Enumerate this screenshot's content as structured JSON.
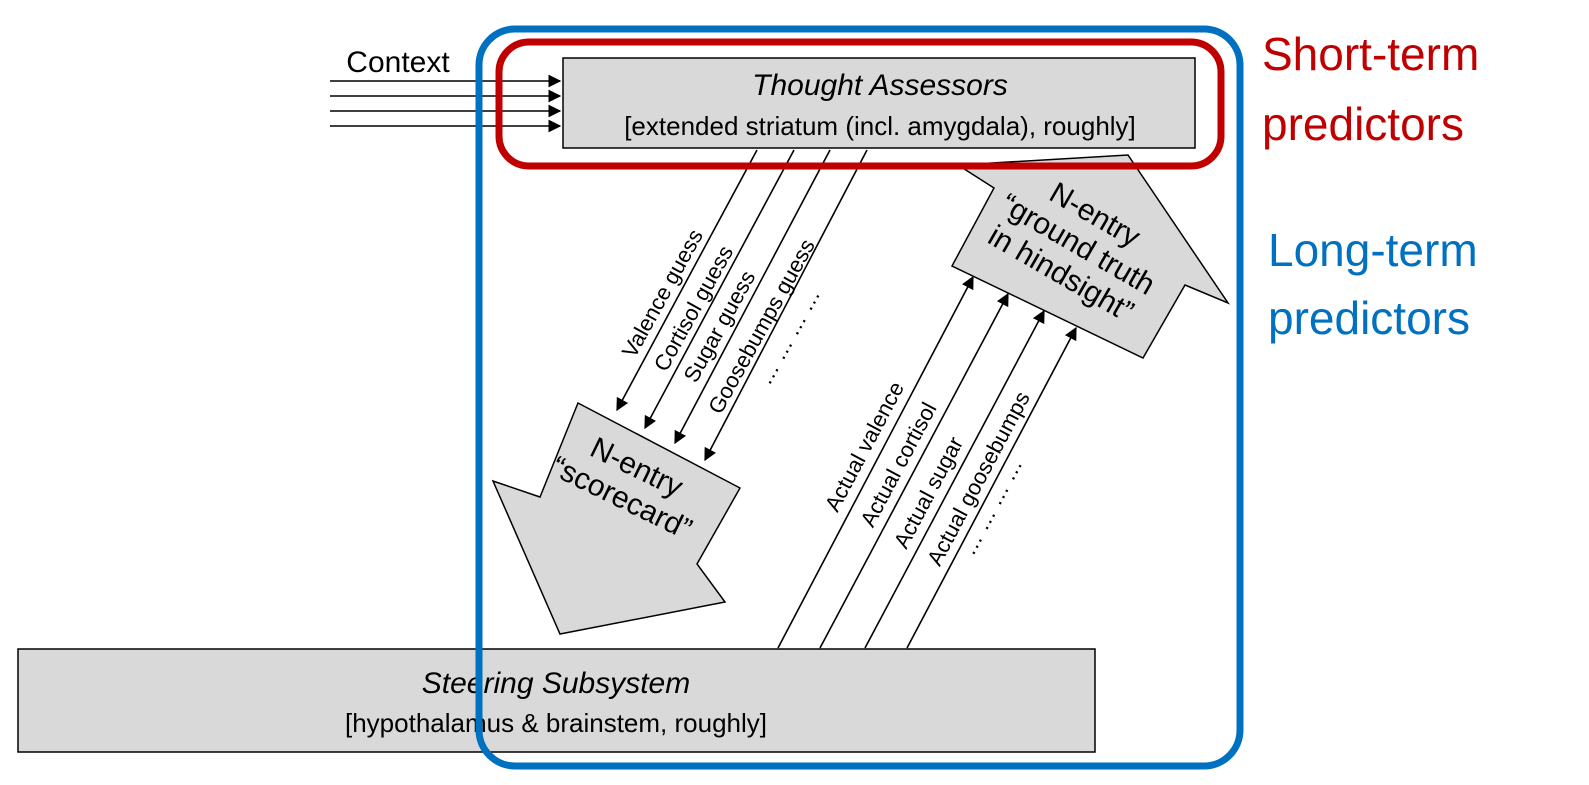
{
  "context_label": "Context",
  "thought_assessors": {
    "title": "Thought Assessors",
    "subtitle": "[extended striatum (incl. amygdala), roughly]"
  },
  "steering_subsystem": {
    "title": "Steering Subsystem",
    "subtitle": "[hypothalamus & brainstem, roughly]"
  },
  "scorecard_arrow": {
    "line1": "N-entry",
    "line2": "“scorecard”"
  },
  "ground_truth_arrow": {
    "line1": "N-entry",
    "line2": "“ground truth",
    "line3": "in hindsight”"
  },
  "guess_labels": [
    "Valence guess",
    "Cortisol guess",
    "Sugar guess",
    "Goosebumps guess"
  ],
  "guess_ellipsis": "…   …   …   …",
  "actual_labels": [
    "Actual valence",
    "Actual cortisol",
    "Actual sugar",
    "Actual goosebumps"
  ],
  "actual_ellipsis": "…   …   …   …",
  "short_term": {
    "line1": "Short-term",
    "line2": "predictors",
    "color": "#c00000"
  },
  "long_term": {
    "line1": "Long-term",
    "line2": "predictors",
    "color": "#0070c0"
  }
}
